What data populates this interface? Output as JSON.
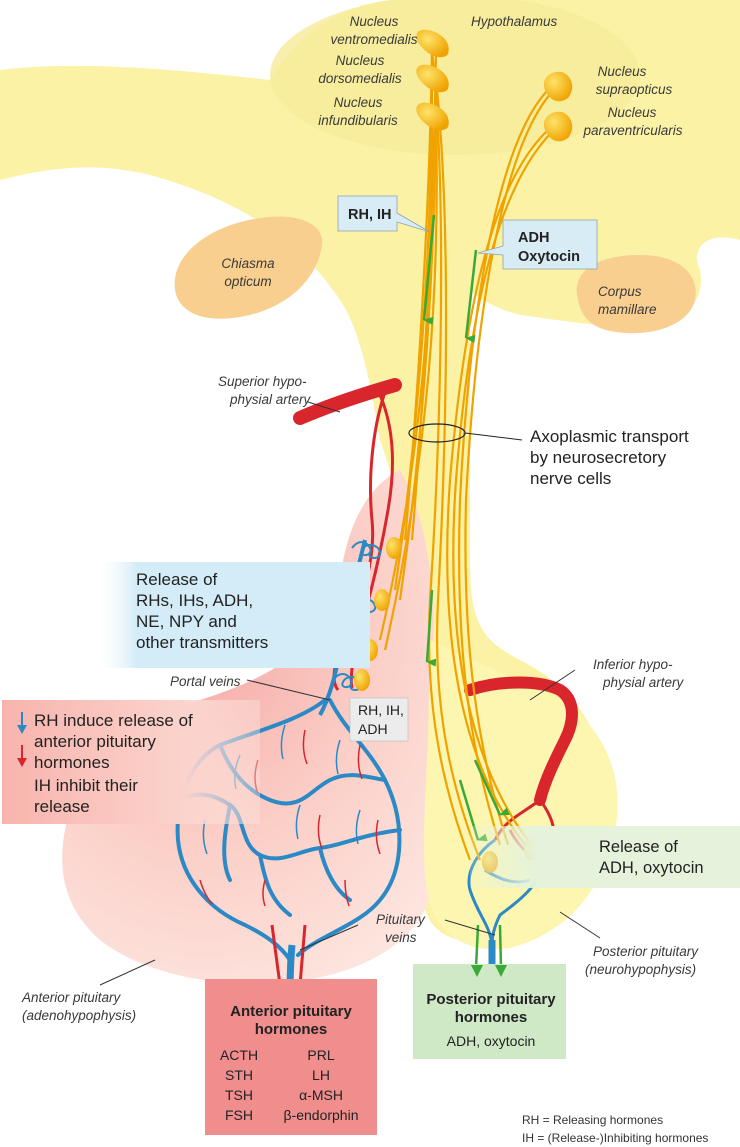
{
  "labels": {
    "hypothalamus": "Hypothalamus",
    "ventromedialis_1": "Nucleus",
    "ventromedialis_2": "ventromedialis",
    "dorsomedialis_1": "Nucleus",
    "dorsomedialis_2": "dorsomedialis",
    "infundibularis_1": "Nucleus",
    "infundibularis_2": "infundibularis",
    "supraopticus_1": "Nucleus",
    "supraopticus_2": "supraopticus",
    "paraventricularis_1": "Nucleus",
    "paraventricularis_2": "paraventricularis",
    "chiasma_1": "Chiasma",
    "chiasma_2": "opticum",
    "corpus_1": "Corpus",
    "corpus_2": "mamillare",
    "superior_artery_1": "Superior hypo-",
    "superior_artery_2": "physial artery",
    "axo_1": "Axoplasmic transport",
    "axo_2": "by neurosecretory",
    "axo_3": "nerve cells",
    "portal_veins": "Portal veins",
    "inferior_artery_1": "Inferior hypo-",
    "inferior_artery_2": "physial artery",
    "pituitary_veins_1": "Pituitary",
    "pituitary_veins_2": "veins",
    "posterior_pit_1": "Posterior pituitary",
    "posterior_pit_2": "(neurohypophysis)",
    "anterior_pit_1": "Anterior pituitary",
    "anterior_pit_2": "(adenohypophysis)"
  },
  "boxes": {
    "rh_ih": "RH, IH",
    "adh_1": "ADH",
    "adh_2": "Oxytocin",
    "release_1": "Release of",
    "release_2": "RHs, IHs, ADH,",
    "release_3": "NE, NPY and",
    "release_4": "other transmitters",
    "rhihadh_1": "RH, IH,",
    "rhihadh_2": "ADH",
    "induce_1": "RH induce release of",
    "induce_2": "anterior pituitary",
    "induce_3": "hormones",
    "induce_4": "IH inhibit their",
    "induce_5": "release",
    "release_adh_1": "Release of",
    "release_adh_2": "ADH, oxytocin"
  },
  "anterior_box": {
    "title_1": "Anterior pituitary",
    "title_2": "hormones",
    "left": [
      "ACTH",
      "STH",
      "TSH",
      "FSH"
    ],
    "right": [
      "PRL",
      "LH",
      "α-MSH",
      "β-endorphin"
    ]
  },
  "posterior_box": {
    "title_1": "Posterior pituitary",
    "title_2": "hormones",
    "content": "ADH, oxytocin"
  },
  "legend": {
    "rh": "RH = Releasing hormones",
    "ih": "IH  =  (Release-)Inhibiting hormones"
  },
  "colors": {
    "hypothalamus": "#fbf2a6",
    "organ": "#fcf7b3",
    "anterior": "#fbd6cf",
    "artery": "#d9262c",
    "vein": "#2b89c6",
    "axon": "#f5b400",
    "green": "#3aa935"
  }
}
